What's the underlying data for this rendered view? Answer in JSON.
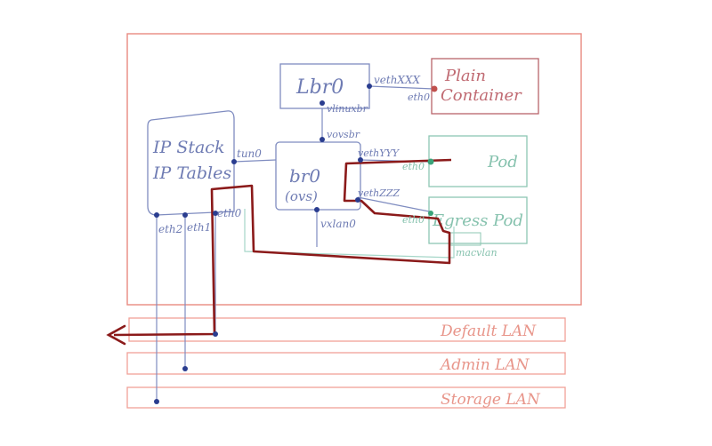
{
  "colors": {
    "host": "#e88a80",
    "lan": "#f0a097",
    "lan_text": "#e8958a",
    "box": "#7f8cc0",
    "pod": "#8dc7b3",
    "pod_text": "#86c2ae",
    "plain": "#b8636a",
    "plain_text": "#c06a72",
    "path": "#8b1a1a",
    "dot": "#2a3d8f",
    "ink": "#6e7bb3"
  },
  "nodes": {
    "lbr": "Lbr0",
    "br0_line1": "br0",
    "br0_line2": "(ovs)",
    "ipstack_line1": "IP Stack",
    "ipstack_line2": "IP Tables",
    "plain_line1": "Plain",
    "plain_line2": "Container",
    "pod": "Pod",
    "egress_pod": "Egress Pod"
  },
  "ports": {
    "vethxxx": "vethXXX",
    "eth0_plain": "eth0",
    "vlinuxbr": "vlinuxbr",
    "vovsbr": "vovsbr",
    "tun0": "tun0",
    "vethyyy": "vethYYY",
    "eth0_pod": "eth0",
    "vethzzz": "vethZZZ",
    "eth0_egress": "eth0",
    "vxlan0": "vxlan0",
    "macvlan": "macvlan",
    "eth2": "eth2",
    "eth1": "eth1",
    "eth0_host": "eth0"
  },
  "lans": {
    "default": "Default LAN",
    "admin": "Admin LAN",
    "storage": "Storage LAN"
  }
}
